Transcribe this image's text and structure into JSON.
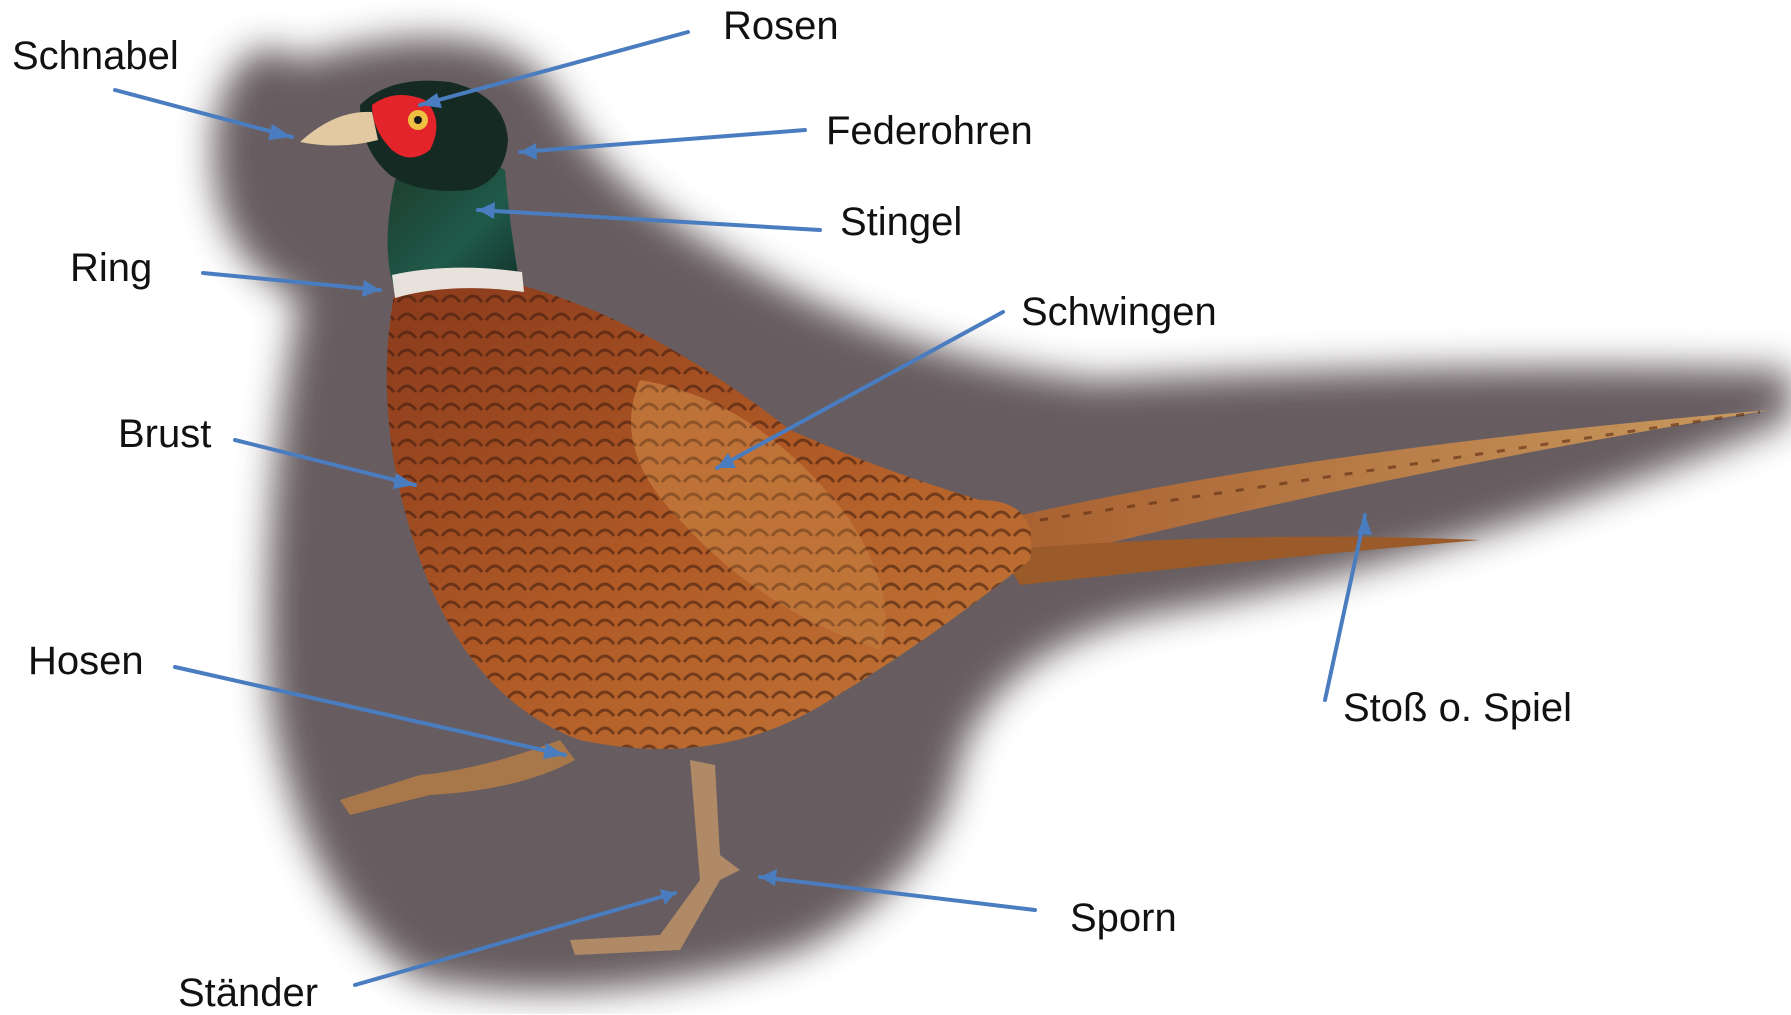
{
  "colors": {
    "background": "#ffffff",
    "shadow": "#5f5459",
    "leader_line": "#4a7cc0",
    "label_text": "#111111"
  },
  "labels": {
    "schnabel": "Schnabel",
    "rosen": "Rosen",
    "federohren": "Federohren",
    "stingel": "Stingel",
    "ring": "Ring",
    "schwingen": "Schwingen",
    "brust": "Brust",
    "hosen": "Hosen",
    "stoss": "Stoß o. Spiel",
    "sporn": "Sporn",
    "staender": "Ständer"
  }
}
